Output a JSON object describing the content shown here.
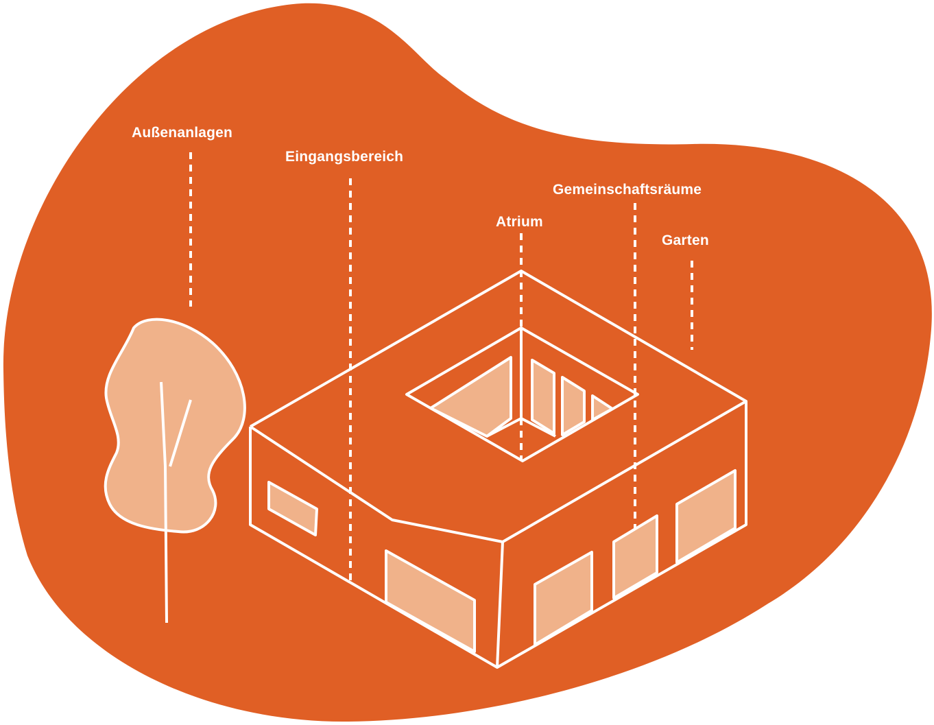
{
  "colors": {
    "background_blob": "#E05F25",
    "fill_light": "#F0B28A",
    "line": "#FFFFFF"
  },
  "labels": {
    "outdoor": "Außenanlagen",
    "entrance": "Eingangsbereich",
    "atrium": "Atrium",
    "common_rooms": "Gemeinschaftsräume",
    "garden": "Garten"
  }
}
